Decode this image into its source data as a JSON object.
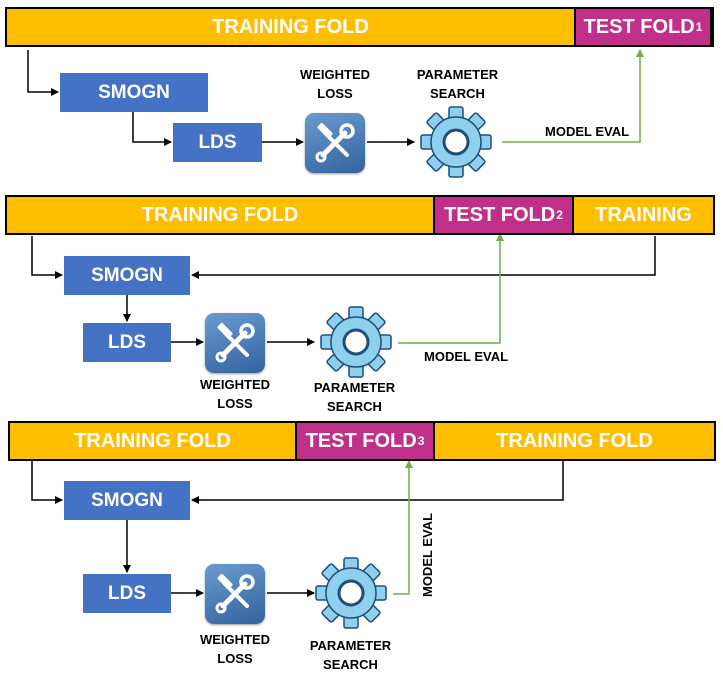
{
  "folds": [
    {
      "training_left": "TRAINING FOLD",
      "test_label": "TEST FOLD",
      "test_sub": "1",
      "training_right": "",
      "smogn": "SMOGN",
      "lds": "LDS",
      "weighted_loss": [
        "WEIGHTED",
        "LOSS"
      ],
      "parameter_search": [
        "PARAMETER",
        "SEARCH"
      ],
      "model_eval": "MODEL EVAL"
    },
    {
      "training_left": "TRAINING FOLD",
      "test_label": "TEST FOLD",
      "test_sub": "2",
      "training_right": "TRAINING",
      "smogn": "SMOGN",
      "lds": "LDS",
      "weighted_loss": [
        "WEIGHTED",
        "LOSS"
      ],
      "parameter_search": [
        "PARAMETER",
        "SEARCH"
      ],
      "model_eval": "MODEL EVAL"
    },
    {
      "training_left": "TRAINING FOLD",
      "test_label": "TEST FOLD",
      "test_sub": "3",
      "training_right": "TRAINING FOLD",
      "smogn": "SMOGN",
      "lds": "LDS",
      "weighted_loss": [
        "WEIGHTED",
        "LOSS"
      ],
      "parameter_search": [
        "PARAMETER",
        "SEARCH"
      ],
      "model_eval": "MODEL EVAL"
    }
  ],
  "icons": {
    "weighted_loss": "tools-icon",
    "parameter_search": "gear-icon"
  },
  "colors": {
    "training": "#ffbf00",
    "test": "#c0308a",
    "process_box": "#4472c4",
    "eval_line": "#70ad47",
    "gear_fill": "#8fd0ee"
  }
}
